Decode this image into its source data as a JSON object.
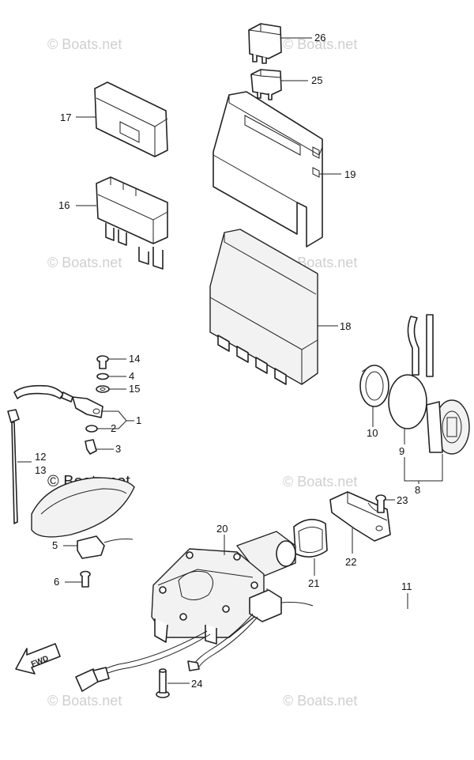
{
  "watermarks": {
    "w1": "© Boats.net",
    "w2": "© Boats.net",
    "w3": "© Boats.net",
    "w4": "© Boats.net",
    "w5": "© Boats.net",
    "w6": "© Boats.net",
    "w7": "© Boats.net",
    "w8": "© Boats.net",
    "main": "© Boats.net"
  },
  "labels": {
    "p1": "1",
    "p2": "2",
    "p3": "3",
    "p4": "4",
    "p5": "5",
    "p6": "6",
    "p8": "8",
    "p9": "9",
    "p10": "10",
    "p11": "11",
    "p12": "12",
    "p13": "13",
    "p14": "14",
    "p15": "15",
    "p16": "16",
    "p17": "17",
    "p18": "18",
    "p19": "19",
    "p20": "20",
    "p21": "21",
    "p22": "22",
    "p23": "23",
    "p24": "24",
    "p25": "25",
    "p26": "26"
  },
  "direction": {
    "fwd": "FWD"
  },
  "colors": {
    "line": "#222222",
    "watermark": "#cfcfcf"
  }
}
